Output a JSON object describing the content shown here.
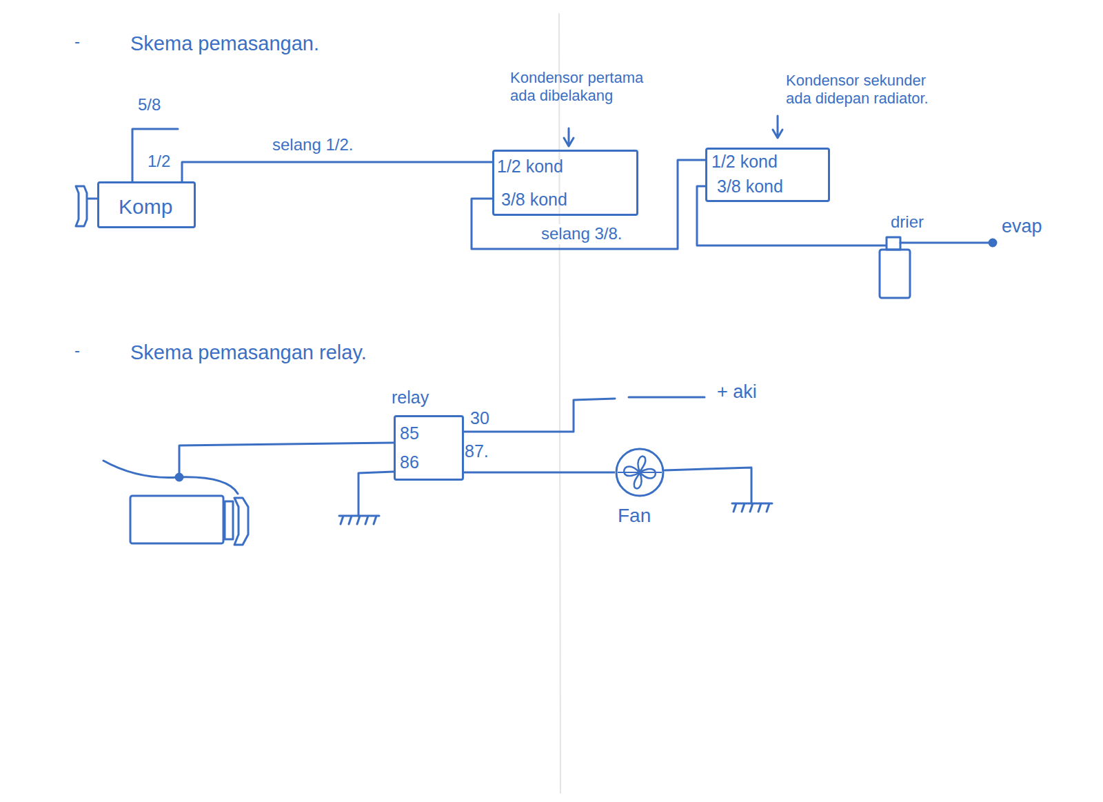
{
  "diagram": {
    "title": "Skema pemasangan.",
    "nodes": [
      {
        "text": [
          "Komp"
        ]
      },
      {
        "text": [
          "1/2 kond",
          "3/8 kond"
        ]
      },
      {
        "text": [
          "1/2 kond",
          "3/8 kond"
        ]
      },
      {
        "text": [
          "relay",
          "85",
          "86",
          "30",
          "87."
        ]
      },
      {
        "text": [
          "Fan"
        ]
      }
    ],
    "edges": [
      {
        "from": 0,
        "to": 1,
        "label": "selang 1/2.",
        "arrow": "none"
      },
      {
        "from": 1,
        "to": 2,
        "label": "selang 3/8.",
        "arrow": "none"
      },
      {
        "from": 3,
        "to": 4,
        "arrow": "none"
      }
    ],
    "labels": [
      "-",
      "5/8",
      "1/2",
      "Kondensor pertama ada dibelakang",
      "Kondensor sekunder ada didepan radiator.",
      "drier",
      "evap",
      "-",
      "Skema pemasangan relay.",
      "+ aki"
    ]
  }
}
